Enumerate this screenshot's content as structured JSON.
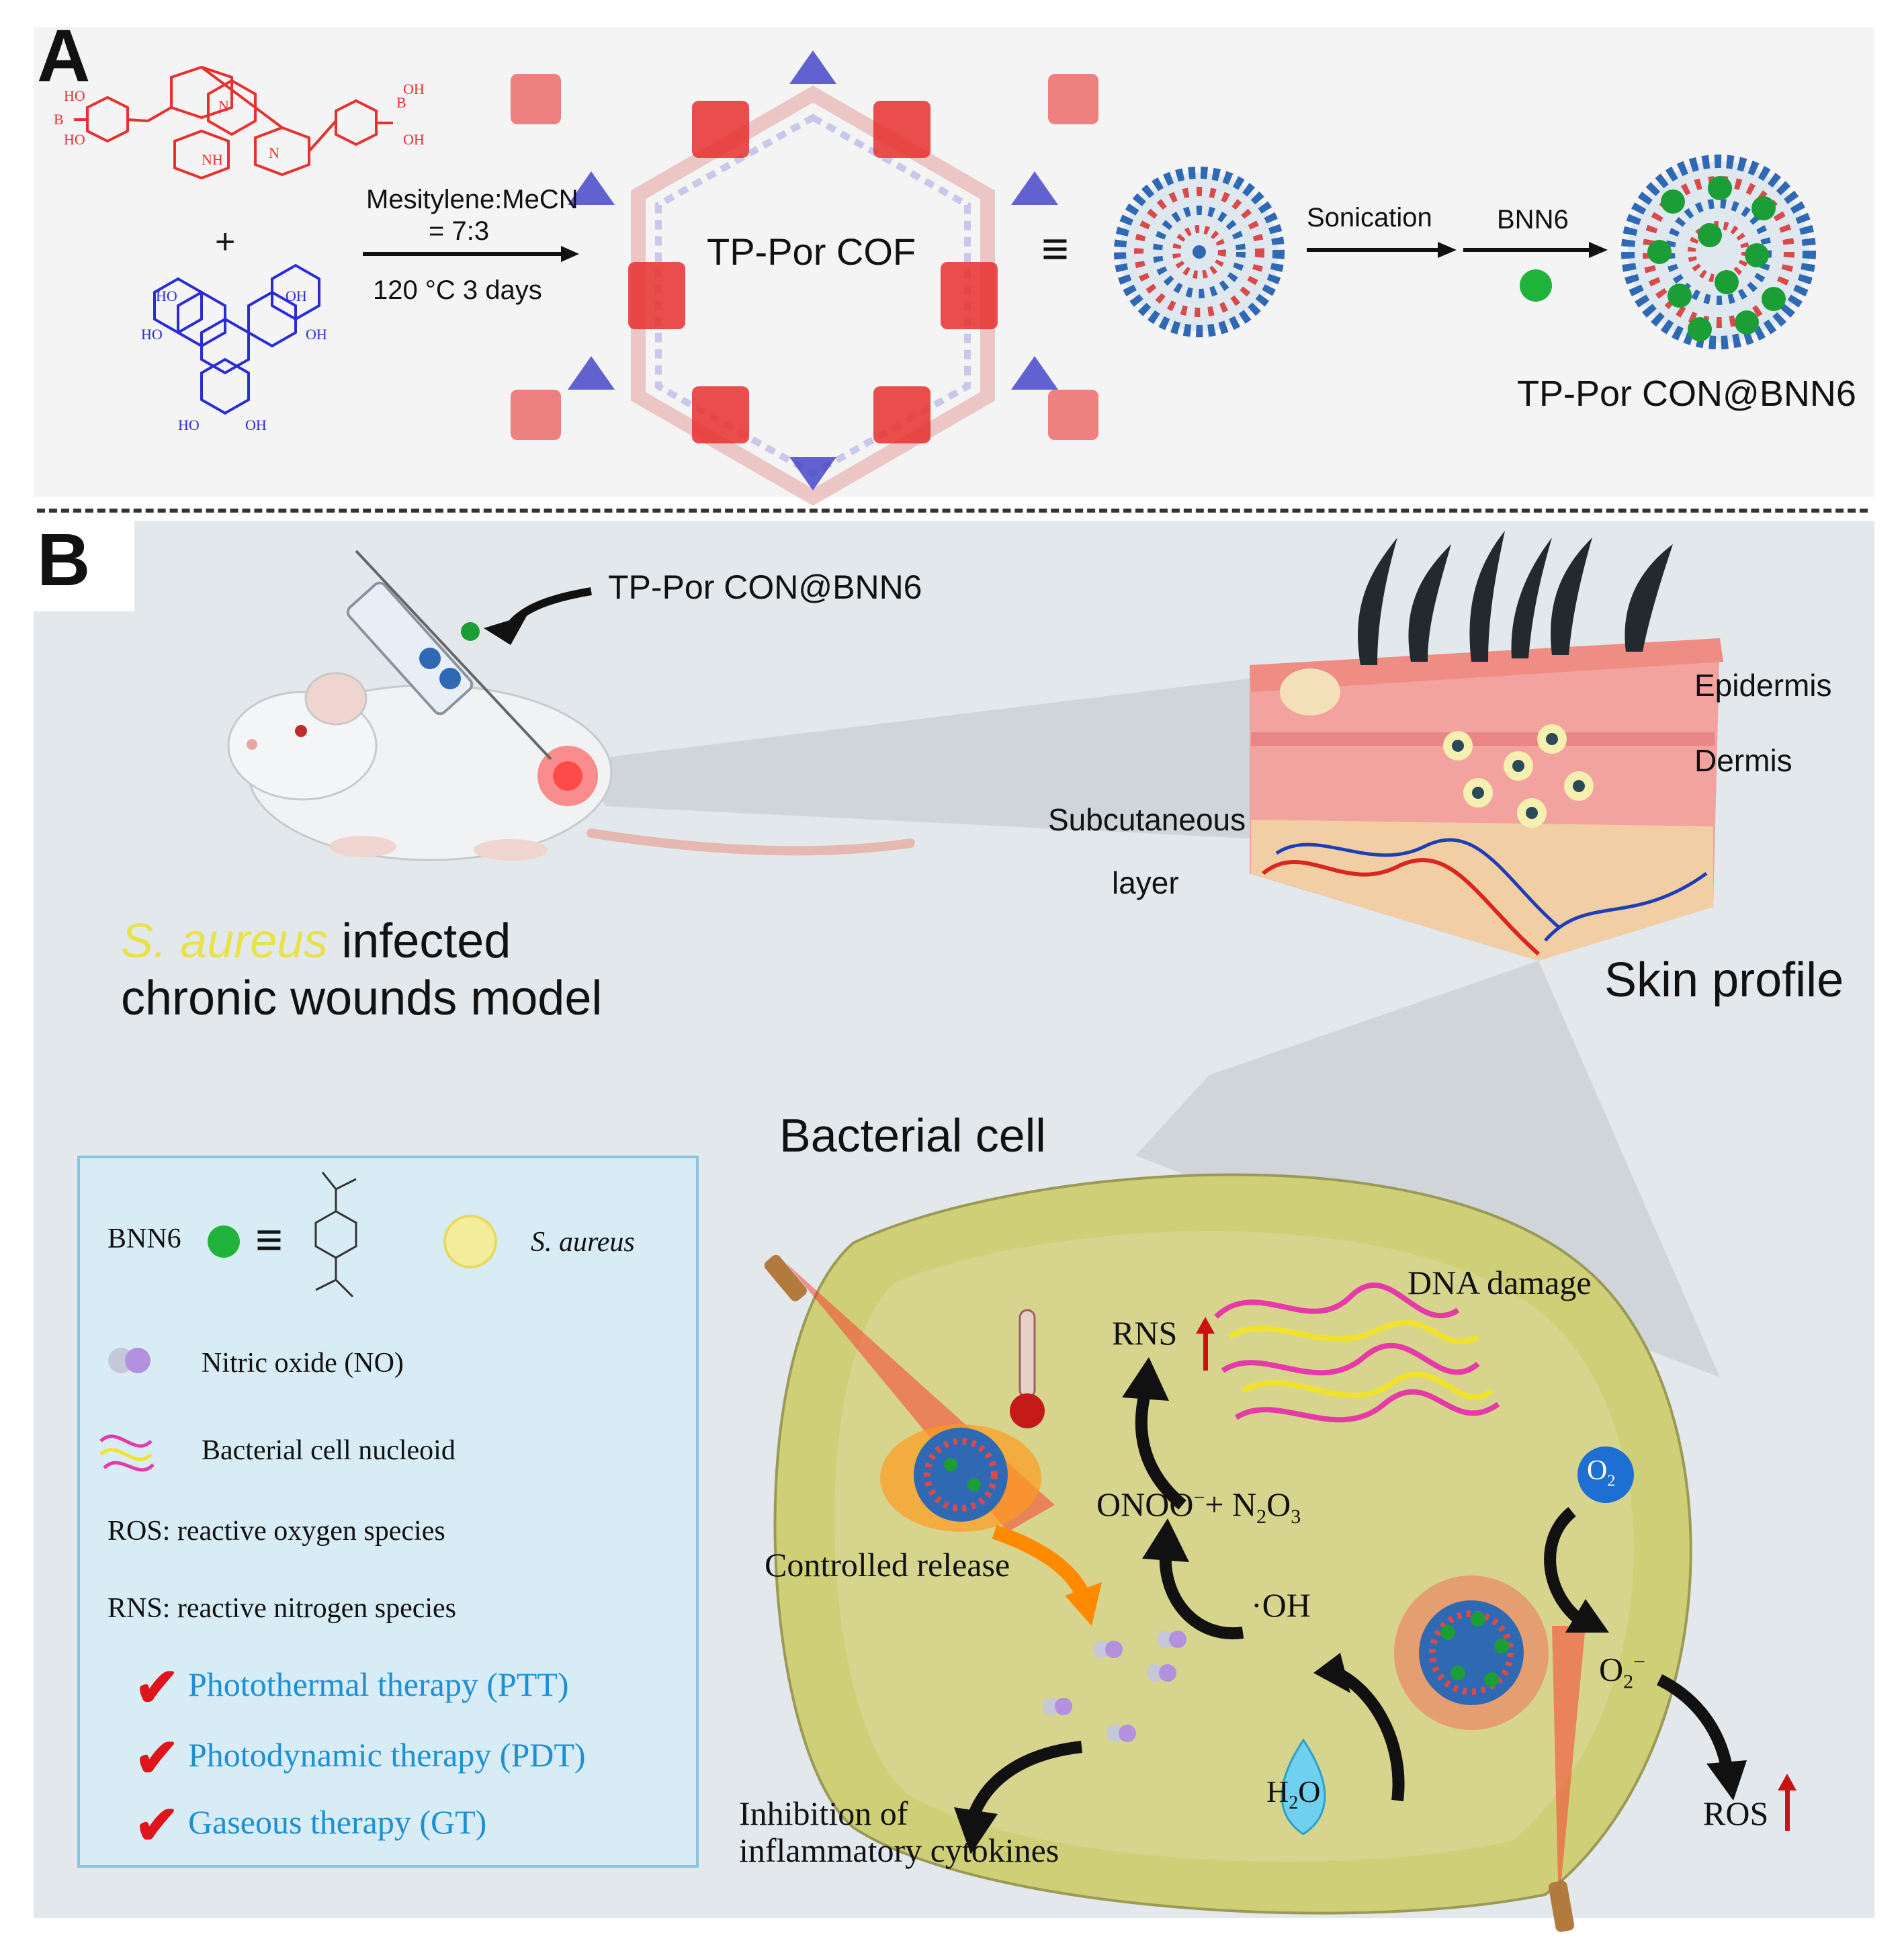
{
  "panel_a": {
    "label": "A",
    "reaction": {
      "plus": "+",
      "solvent": "Mesitylene:MeCN",
      "ratio": "= 7:3",
      "conditions": "120 °C 3 days"
    },
    "cof_label": "TP-Por COF",
    "equivalent": "≡",
    "step1": "Sonication",
    "step2": "BNN6",
    "product_label": "TP-Por CON@BNN6",
    "colors": {
      "porphyrin": "#e8302e",
      "hhtp": "#2b2bd6",
      "bnn6": "#1fb33a",
      "scaffold_blue": "#2f69b3",
      "scaffold_red": "#d94a4a"
    }
  },
  "panel_b": {
    "label": "B",
    "injection_label": "TP-Por CON@BNN6",
    "model_species": "S. aureus",
    "model_line1_rest": " infected",
    "model_line2": "chronic wounds model",
    "skin": {
      "epidermis": "Epidermis",
      "dermis": "Dermis",
      "subcutaneous_1": "Subcutaneous",
      "subcutaneous_2": "layer",
      "title": "Skin profile"
    },
    "cell": {
      "title": "Bacterial cell",
      "rns": "RNS",
      "dna_damage": "DNA damage",
      "peroxynitrite": "ONOO",
      "plus_n2o3": "+ N",
      "n2o3_sub2": "2",
      "n2o3_o": "O",
      "n2o3_sub3": "3",
      "hydroxyl": "·OH",
      "o2_badge": "O",
      "o2_badge_sub": "2",
      "superoxide": "O",
      "superoxide_sub": "2",
      "superoxide_sup": "−",
      "ros": "ROS",
      "controlled_release": "Controlled release",
      "water": "H",
      "water_sub": "2",
      "water_o": "O",
      "inhibition_1": "Inhibition of",
      "inhibition_2": "inflammatory cytokines",
      "up_arrow_color": "#cc1111"
    },
    "legend": {
      "bnn6": "BNN6",
      "equiv": "≡",
      "saureus": "S. aureus",
      "no": "Nitric oxide (NO)",
      "nucleoid": "Bacterial cell nucleoid",
      "ros_def": "ROS: reactive oxygen species",
      "rns_def": "RNS: reactive nitrogen species",
      "therapies": [
        "Photothermal therapy (PTT)",
        "Photodynamic therapy (PDT)",
        "Gaseous therapy (GT)"
      ],
      "check_color": "#e0141b",
      "therapy_color": "#1d8fd3"
    }
  }
}
